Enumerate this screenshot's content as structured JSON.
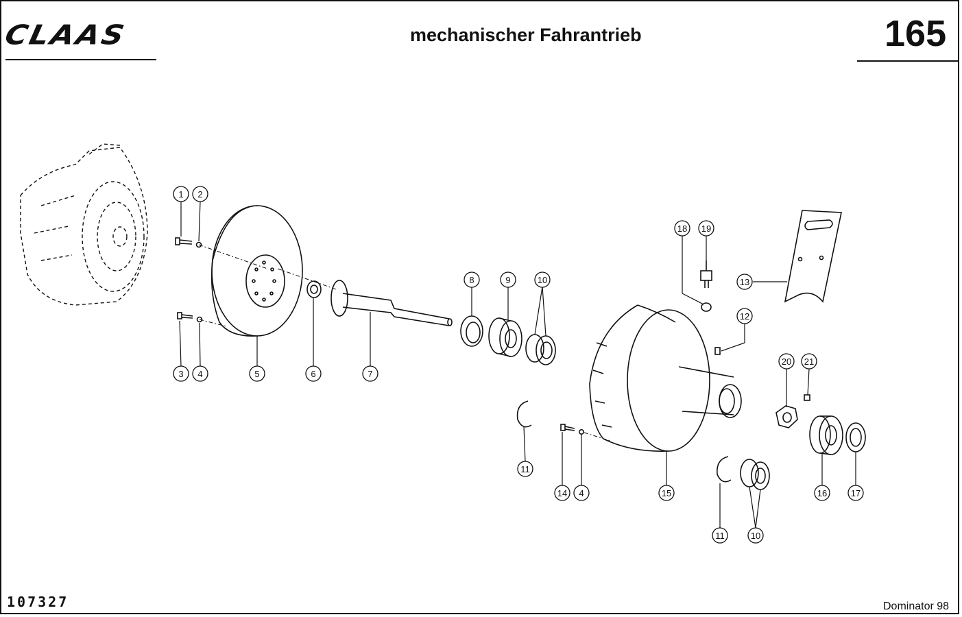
{
  "header": {
    "brand": "CLAAS",
    "title": "mechanischer Fahrantrieb",
    "page_number": "165"
  },
  "footer": {
    "doc_number": "107327",
    "model": "Dominator 98"
  },
  "callouts": [
    "1",
    "2",
    "3",
    "4",
    "5",
    "6",
    "7",
    "8",
    "9",
    "10",
    "11",
    "4",
    "14",
    "15",
    "11",
    "10",
    "16",
    "17",
    "18",
    "19",
    "12",
    "13",
    "20",
    "21"
  ]
}
